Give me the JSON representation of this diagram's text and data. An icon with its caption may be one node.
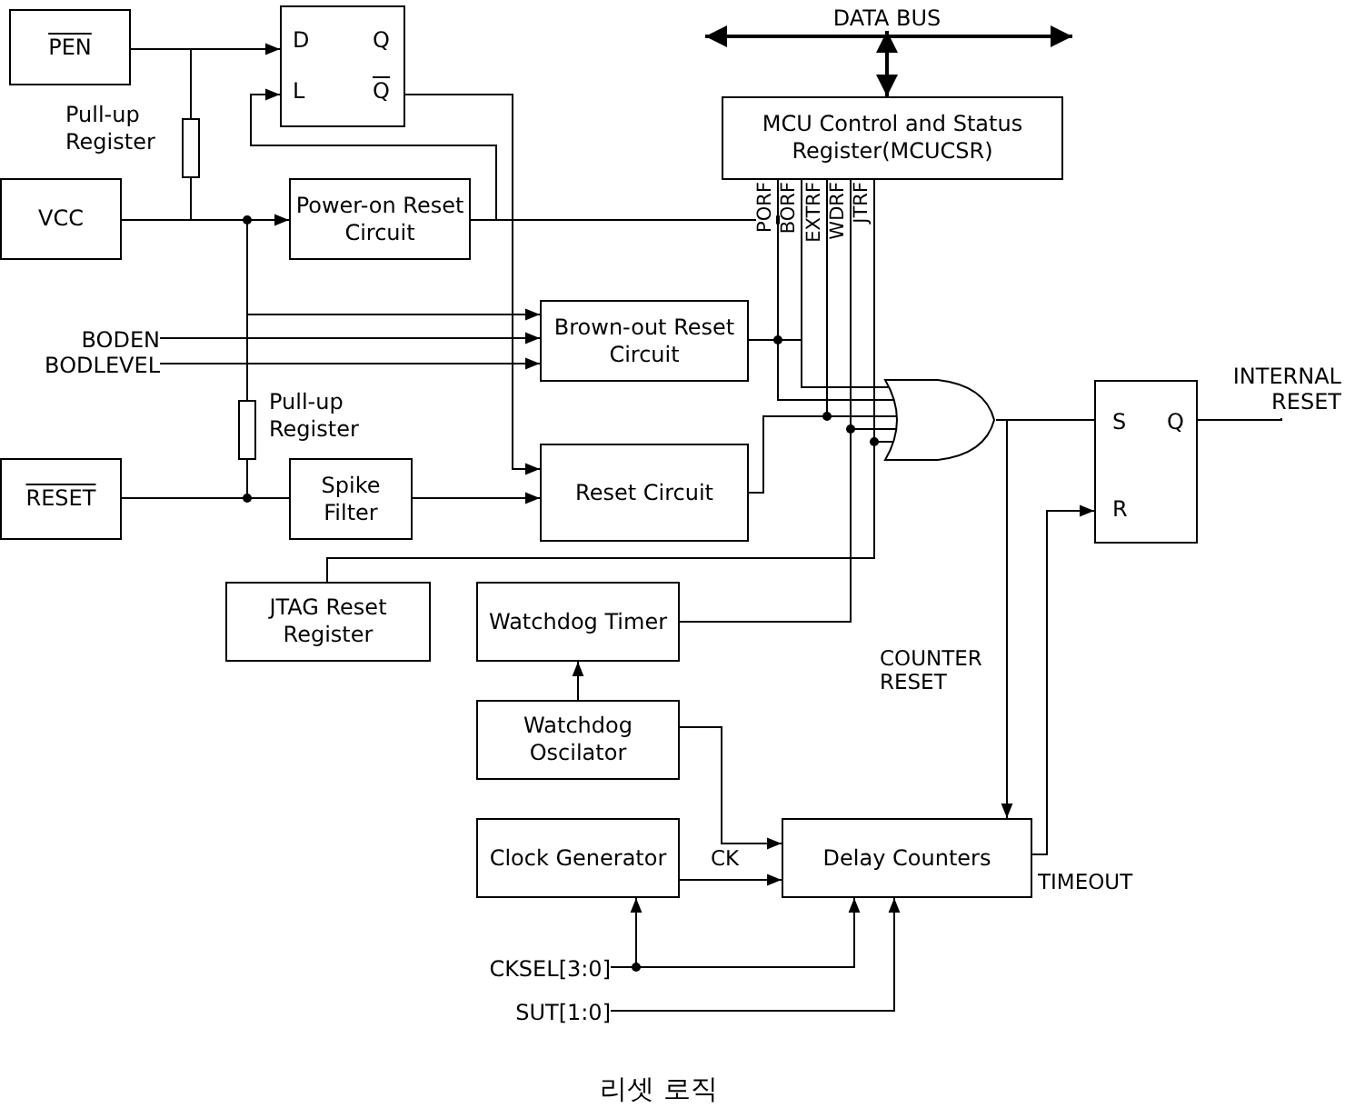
{
  "diagram": {
    "caption": "리셋 로직",
    "nodes": [
      {
        "text": [
          "PEN"
        ]
      },
      {
        "text": [
          "D",
          "Q",
          "L",
          "Q"
        ]
      },
      {
        "text": [],
        "shape": "resistor",
        "beside": [
          "Pull-up Register"
        ]
      },
      {
        "text": [
          "VCC"
        ]
      },
      {
        "text": [
          "Power-on Reset Circuit"
        ]
      },
      {
        "text": [
          "BODEN"
        ]
      },
      {
        "text": [
          "BODLEVEL"
        ]
      },
      {
        "text": [
          "Brown-out Reset Circuit"
        ]
      },
      {
        "text": [],
        "shape": "resistor",
        "beside": [
          "Pull-up Register"
        ]
      },
      {
        "text": [
          "RESET"
        ]
      },
      {
        "text": [
          "Spike Filter"
        ]
      },
      {
        "text": [
          "Reset Circuit"
        ]
      },
      {
        "text": [
          "DATA BUS"
        ]
      },
      {
        "text": [
          "MCU Control and Status Register(MCUCSR)"
        ]
      },
      {
        "text": [],
        "shape": "gate"
      },
      {
        "text": [
          "S",
          "Q",
          "R"
        ]
      },
      {
        "text": [
          "INTERNAL RESET"
        ]
      },
      {
        "text": [
          "JTAG Reset Register"
        ]
      },
      {
        "text": [
          "Watchdog Timer"
        ]
      },
      {
        "text": [
          "Watchdog Oscilator"
        ]
      },
      {
        "text": [
          "Clock Generator"
        ]
      },
      {
        "text": [
          "Delay Counters"
        ]
      },
      {
        "text": [
          "CKSEL[3:0]"
        ]
      },
      {
        "text": [
          "SUT[1:0]"
        ]
      }
    ],
    "edges": [
      {
        "from": 0,
        "to": 1,
        "arrow": "to"
      },
      {
        "from": 3,
        "to": 4,
        "arrow": "to"
      },
      {
        "from": 2,
        "to": 0,
        "arrow": "none"
      },
      {
        "from": 2,
        "to": 3,
        "arrow": "none"
      },
      {
        "from": 4,
        "to": 1,
        "arrow": "to"
      },
      {
        "from": 1,
        "to": 11,
        "arrow": "to"
      },
      {
        "from": 3,
        "to": 7,
        "arrow": "to"
      },
      {
        "from": 5,
        "to": 7,
        "arrow": "to"
      },
      {
        "from": 6,
        "to": 7,
        "arrow": "to"
      },
      {
        "from": 8,
        "to": 3,
        "arrow": "none"
      },
      {
        "from": 8,
        "to": 9,
        "arrow": "none"
      },
      {
        "from": 9,
        "to": 10,
        "arrow": "none"
      },
      {
        "from": 10,
        "to": 11,
        "arrow": "to"
      },
      {
        "from": 12,
        "to": 13,
        "arrow": "both"
      },
      {
        "from": 4,
        "to": 13,
        "arrow": "none",
        "label": "PORF"
      },
      {
        "from": 4,
        "to": 14,
        "arrow": "none"
      },
      {
        "from": 7,
        "to": 13,
        "arrow": "none",
        "label": "BORF"
      },
      {
        "from": 7,
        "to": 14,
        "arrow": "none"
      },
      {
        "from": 11,
        "to": 13,
        "arrow": "none",
        "label": "EXTRF"
      },
      {
        "from": 11,
        "to": 14,
        "arrow": "none"
      },
      {
        "from": 18,
        "to": 13,
        "arrow": "none",
        "label": "WDRF"
      },
      {
        "from": 18,
        "to": 14,
        "arrow": "none"
      },
      {
        "from": 17,
        "to": 13,
        "arrow": "none",
        "label": "JTRF"
      },
      {
        "from": 17,
        "to": 14,
        "arrow": "none"
      },
      {
        "from": 14,
        "to": 15,
        "arrow": "none"
      },
      {
        "from": 14,
        "to": 21,
        "arrow": "to",
        "label": "COUNTER RESET"
      },
      {
        "from": 15,
        "to": 16,
        "arrow": "none"
      },
      {
        "from": 21,
        "to": 15,
        "arrow": "to",
        "label": "TIMEOUT"
      },
      {
        "from": 19,
        "to": 18,
        "arrow": "to"
      },
      {
        "from": 19,
        "to": 21,
        "arrow": "to"
      },
      {
        "from": 20,
        "to": 21,
        "arrow": "to",
        "label": "CK"
      },
      {
        "from": 22,
        "to": 20,
        "arrow": "to"
      },
      {
        "from": 22,
        "to": 21,
        "arrow": "to"
      },
      {
        "from": 23,
        "to": 21,
        "arrow": "to"
      }
    ]
  }
}
